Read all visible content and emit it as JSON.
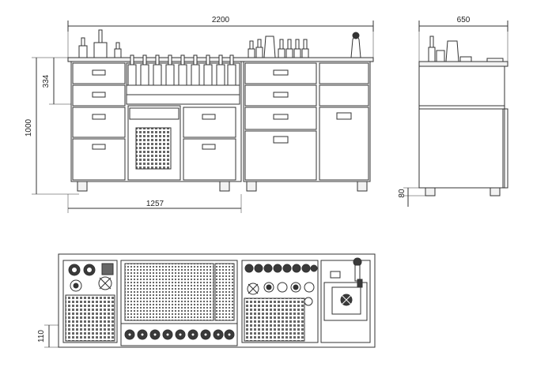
{
  "dimensions": {
    "total_width": "2200",
    "side_depth": "650",
    "shelf_height": "334",
    "counter_height": "1000",
    "section_width": "1257",
    "foot_height": "80",
    "top_lip": "110"
  },
  "colors": {
    "line": "#333333",
    "fill_dark": "#3a3a3a",
    "fill_mid": "#9a9a9a",
    "fill_light": "#e6e6e6",
    "background": "#ffffff"
  }
}
